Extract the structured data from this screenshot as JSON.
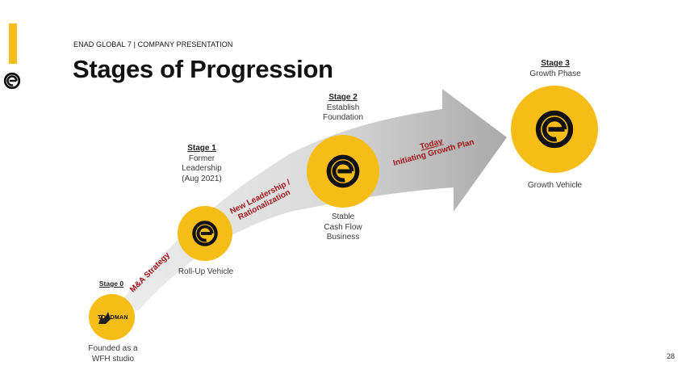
{
  "header": {
    "kicker": "ENAD GLOBAL 7 | COMPANY PRESENTATION",
    "title": "Stages of Progression"
  },
  "colors": {
    "accent": "#f6bd16",
    "annotation": "#a0141c",
    "arrow": "#c9c9c9"
  },
  "icons": {
    "brand": "eg7-logo-icon",
    "studio": "toadman-logo-icon"
  },
  "stage0": {
    "heading": "Stage 0",
    "logo_text": "TOADMAN",
    "caption_1": "Founded as a",
    "caption_2": "WFH studio"
  },
  "stage1": {
    "heading": "Stage 1",
    "line_1": "Former",
    "line_2": "Leadership",
    "line_3": "(Aug 2021)",
    "caption": "Roll-Up Vehicle"
  },
  "stage2": {
    "heading": "Stage 2",
    "line_1": "Establish",
    "line_2": "Foundation",
    "caption_1": "Stable",
    "caption_2": "Cash Flow",
    "caption_3": "Business"
  },
  "stage3": {
    "heading": "Stage 3",
    "line_1": "Growth Phase",
    "caption": "Growth Vehicle"
  },
  "annotations": {
    "ma": "M&A Strategy",
    "leadership_1": "New Leadership /",
    "leadership_2": "Rationalization",
    "today": "Today",
    "growth_plan": "Initiating Growth Plan"
  },
  "page_number": "28"
}
